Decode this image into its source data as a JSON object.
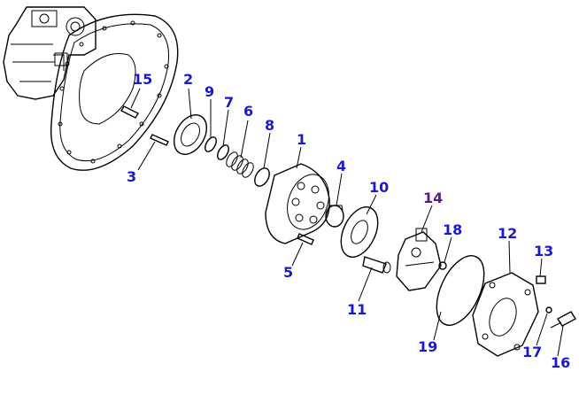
{
  "diagram": {
    "callouts": [
      {
        "key": "c15",
        "label": "15"
      },
      {
        "key": "c2",
        "label": "2"
      },
      {
        "key": "c9",
        "label": "9"
      },
      {
        "key": "c7",
        "label": "7"
      },
      {
        "key": "c6",
        "label": "6"
      },
      {
        "key": "c8",
        "label": "8"
      },
      {
        "key": "c1",
        "label": "1"
      },
      {
        "key": "c3",
        "label": "3"
      },
      {
        "key": "c4",
        "label": "4"
      },
      {
        "key": "c10",
        "label": "10"
      },
      {
        "key": "c14",
        "label": "14"
      },
      {
        "key": "c18",
        "label": "18"
      },
      {
        "key": "c12",
        "label": "12"
      },
      {
        "key": "c13",
        "label": "13"
      },
      {
        "key": "c5",
        "label": "5"
      },
      {
        "key": "c11",
        "label": "11"
      },
      {
        "key": "c19",
        "label": "19"
      },
      {
        "key": "c17",
        "label": "17"
      },
      {
        "key": "c16",
        "label": "16"
      }
    ],
    "colors": {
      "callout": "#1a1acc",
      "callout_selected": "#5a1a8a",
      "line": "#000000",
      "background": "#ffffff"
    }
  }
}
